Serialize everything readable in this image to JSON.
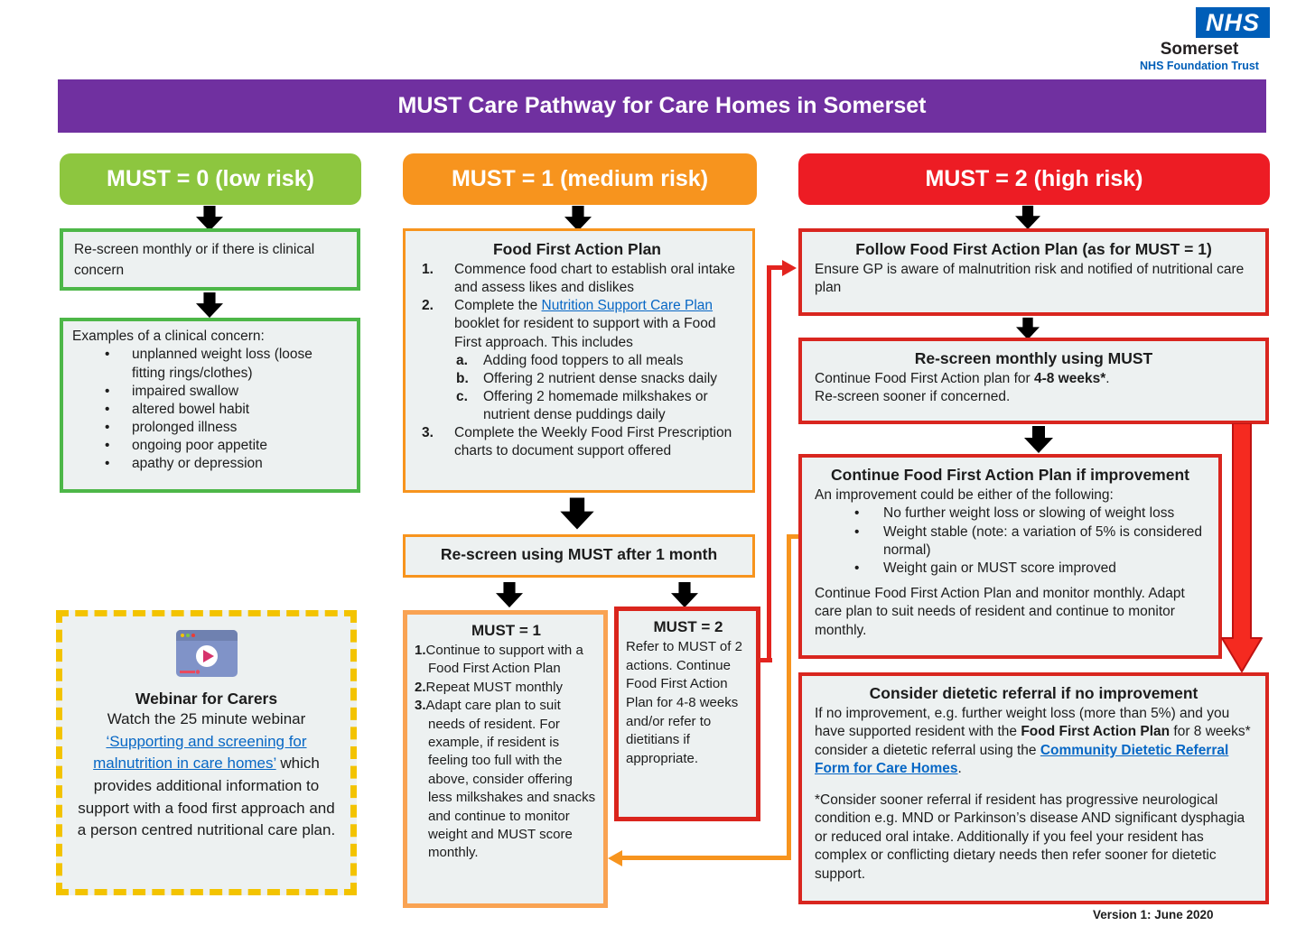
{
  "colors": {
    "purple": "#7030a0",
    "green": "#8dc63f",
    "green_border": "#4db748",
    "orange": "#f7941e",
    "red": "#ed1c24",
    "nhs_blue": "#005eb8",
    "link_blue": "#0767c5",
    "yellow_dash": "#f3c300",
    "box_fill": "#edf1f1"
  },
  "markers": {
    "bullet": "•",
    "n1": "1.",
    "n2": "2.",
    "n3": "3.",
    "la": "a.",
    "lb": "b.",
    "lc": "c."
  },
  "logo": {
    "nhs": "NHS",
    "org": "Somerset",
    "trust": "NHS Foundation Trust"
  },
  "banner": {
    "title": "MUST Care Pathway for Care Homes in Somerset"
  },
  "low": {
    "header": "MUST = 0 (low risk)",
    "rescreen": "Re-screen monthly or if there is clinical concern",
    "examples_title": "Examples of a clinical concern:",
    "examples": [
      "unplanned weight loss (loose fitting rings/clothes)",
      "impaired swallow",
      "altered bowel habit",
      "prolonged illness",
      "ongoing poor appetite",
      "apathy or depression"
    ]
  },
  "webinar": {
    "title": "Webinar for Carers",
    "intro": "Watch the 25 minute webinar",
    "link": "‘Supporting and screening for malnutrition in care homes’",
    "outro": "which provides additional information to support with a food first approach and a person centred nutritional care plan."
  },
  "medium": {
    "header": "MUST = 1 (medium risk)",
    "ffap_title": "Food First Action Plan",
    "item1": "Commence food chart to establish oral intake and assess likes and dislikes",
    "item2_pre": "Complete the ",
    "item2_link": "Nutrition Support Care Plan",
    "item2_post": " booklet for resident to support with a Food First approach. This includes",
    "sub_a": "Adding food toppers to all meals",
    "sub_b": "Offering 2 nutrient dense snacks daily",
    "sub_c": "Offering 2 homemade milkshakes or nutrient dense puddings daily",
    "item3": "Complete the Weekly Food First Prescription charts to document support offered",
    "rescreen": "Re-screen using MUST after 1 month",
    "must1_title": "MUST = 1",
    "must1_item1": "Continue to support with a Food First Action Plan",
    "must1_item2": "Repeat MUST monthly",
    "must1_item3": "Adapt care plan to suit needs of resident.  For example, if resident is feeling too full with the above, consider offering less milkshakes and snacks and continue to monitor weight and MUST score monthly.",
    "must2_title": "MUST = 2",
    "must2_body": "Refer to MUST of 2 actions. Continue Food First Action Plan for 4-8 weeks and/or refer to dietitians if appropriate."
  },
  "high": {
    "header": "MUST = 2 (high risk)",
    "follow_title": "Follow Food First Action Plan (as for MUST = 1)",
    "follow_body": "Ensure GP is aware of malnutrition risk and notified of nutritional care plan",
    "rescreen_title": "Re-screen monthly using MUST",
    "rescreen_pre": "Continue Food First Action plan for ",
    "rescreen_bold": "4-8 weeks*",
    "rescreen_post": ".",
    "rescreen_line2": "Re-screen sooner if concerned.",
    "improve_title": "Continue Food First Action Plan if improvement",
    "improve_intro": "An improvement could be either of the following:",
    "improve_bullets": [
      "No further weight loss or slowing of weight loss",
      "Weight stable (note: a variation of 5% is considered normal)",
      "Weight gain or MUST score improved"
    ],
    "improve_outro": "Continue Food First Action Plan and monitor monthly. Adapt care plan to suit needs of resident and continue to monitor monthly.",
    "referral_title": "Consider dietetic referral if no improvement",
    "referral_pre": "If no improvement, e.g. further weight loss (more than 5%) and you have supported resident with the ",
    "referral_bold": "Food First Action Plan",
    "referral_mid": " for 8 weeks* consider a dietetic referral using the ",
    "referral_link": "Community Dietetic Referral Form for Care Homes",
    "referral_post": ".",
    "referral_note": "*Consider sooner referral if resident has progressive neurological condition e.g. MND or Parkinson’s disease AND significant dysphagia or reduced oral intake. Additionally if you feel your resident has complex or conflicting dietary needs then refer sooner for dietetic support."
  },
  "footer": {
    "version": "Version 1: June 2020"
  }
}
